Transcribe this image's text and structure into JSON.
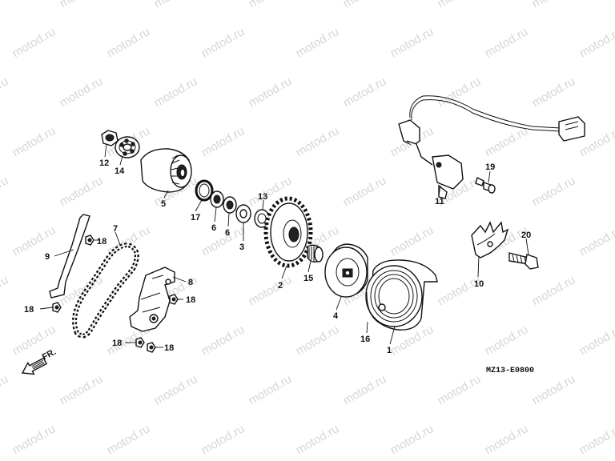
{
  "watermark": "motod.ru",
  "diagram_code": "MZ13-E0800",
  "direction_label": "FR.",
  "callouts": [
    "1",
    "2",
    "3",
    "4",
    "5",
    "6",
    "6",
    "7",
    "8",
    "9",
    "10",
    "11",
    "12",
    "13",
    "14",
    "15",
    "16",
    "17",
    "18",
    "18",
    "18",
    "18",
    "19",
    "20"
  ]
}
